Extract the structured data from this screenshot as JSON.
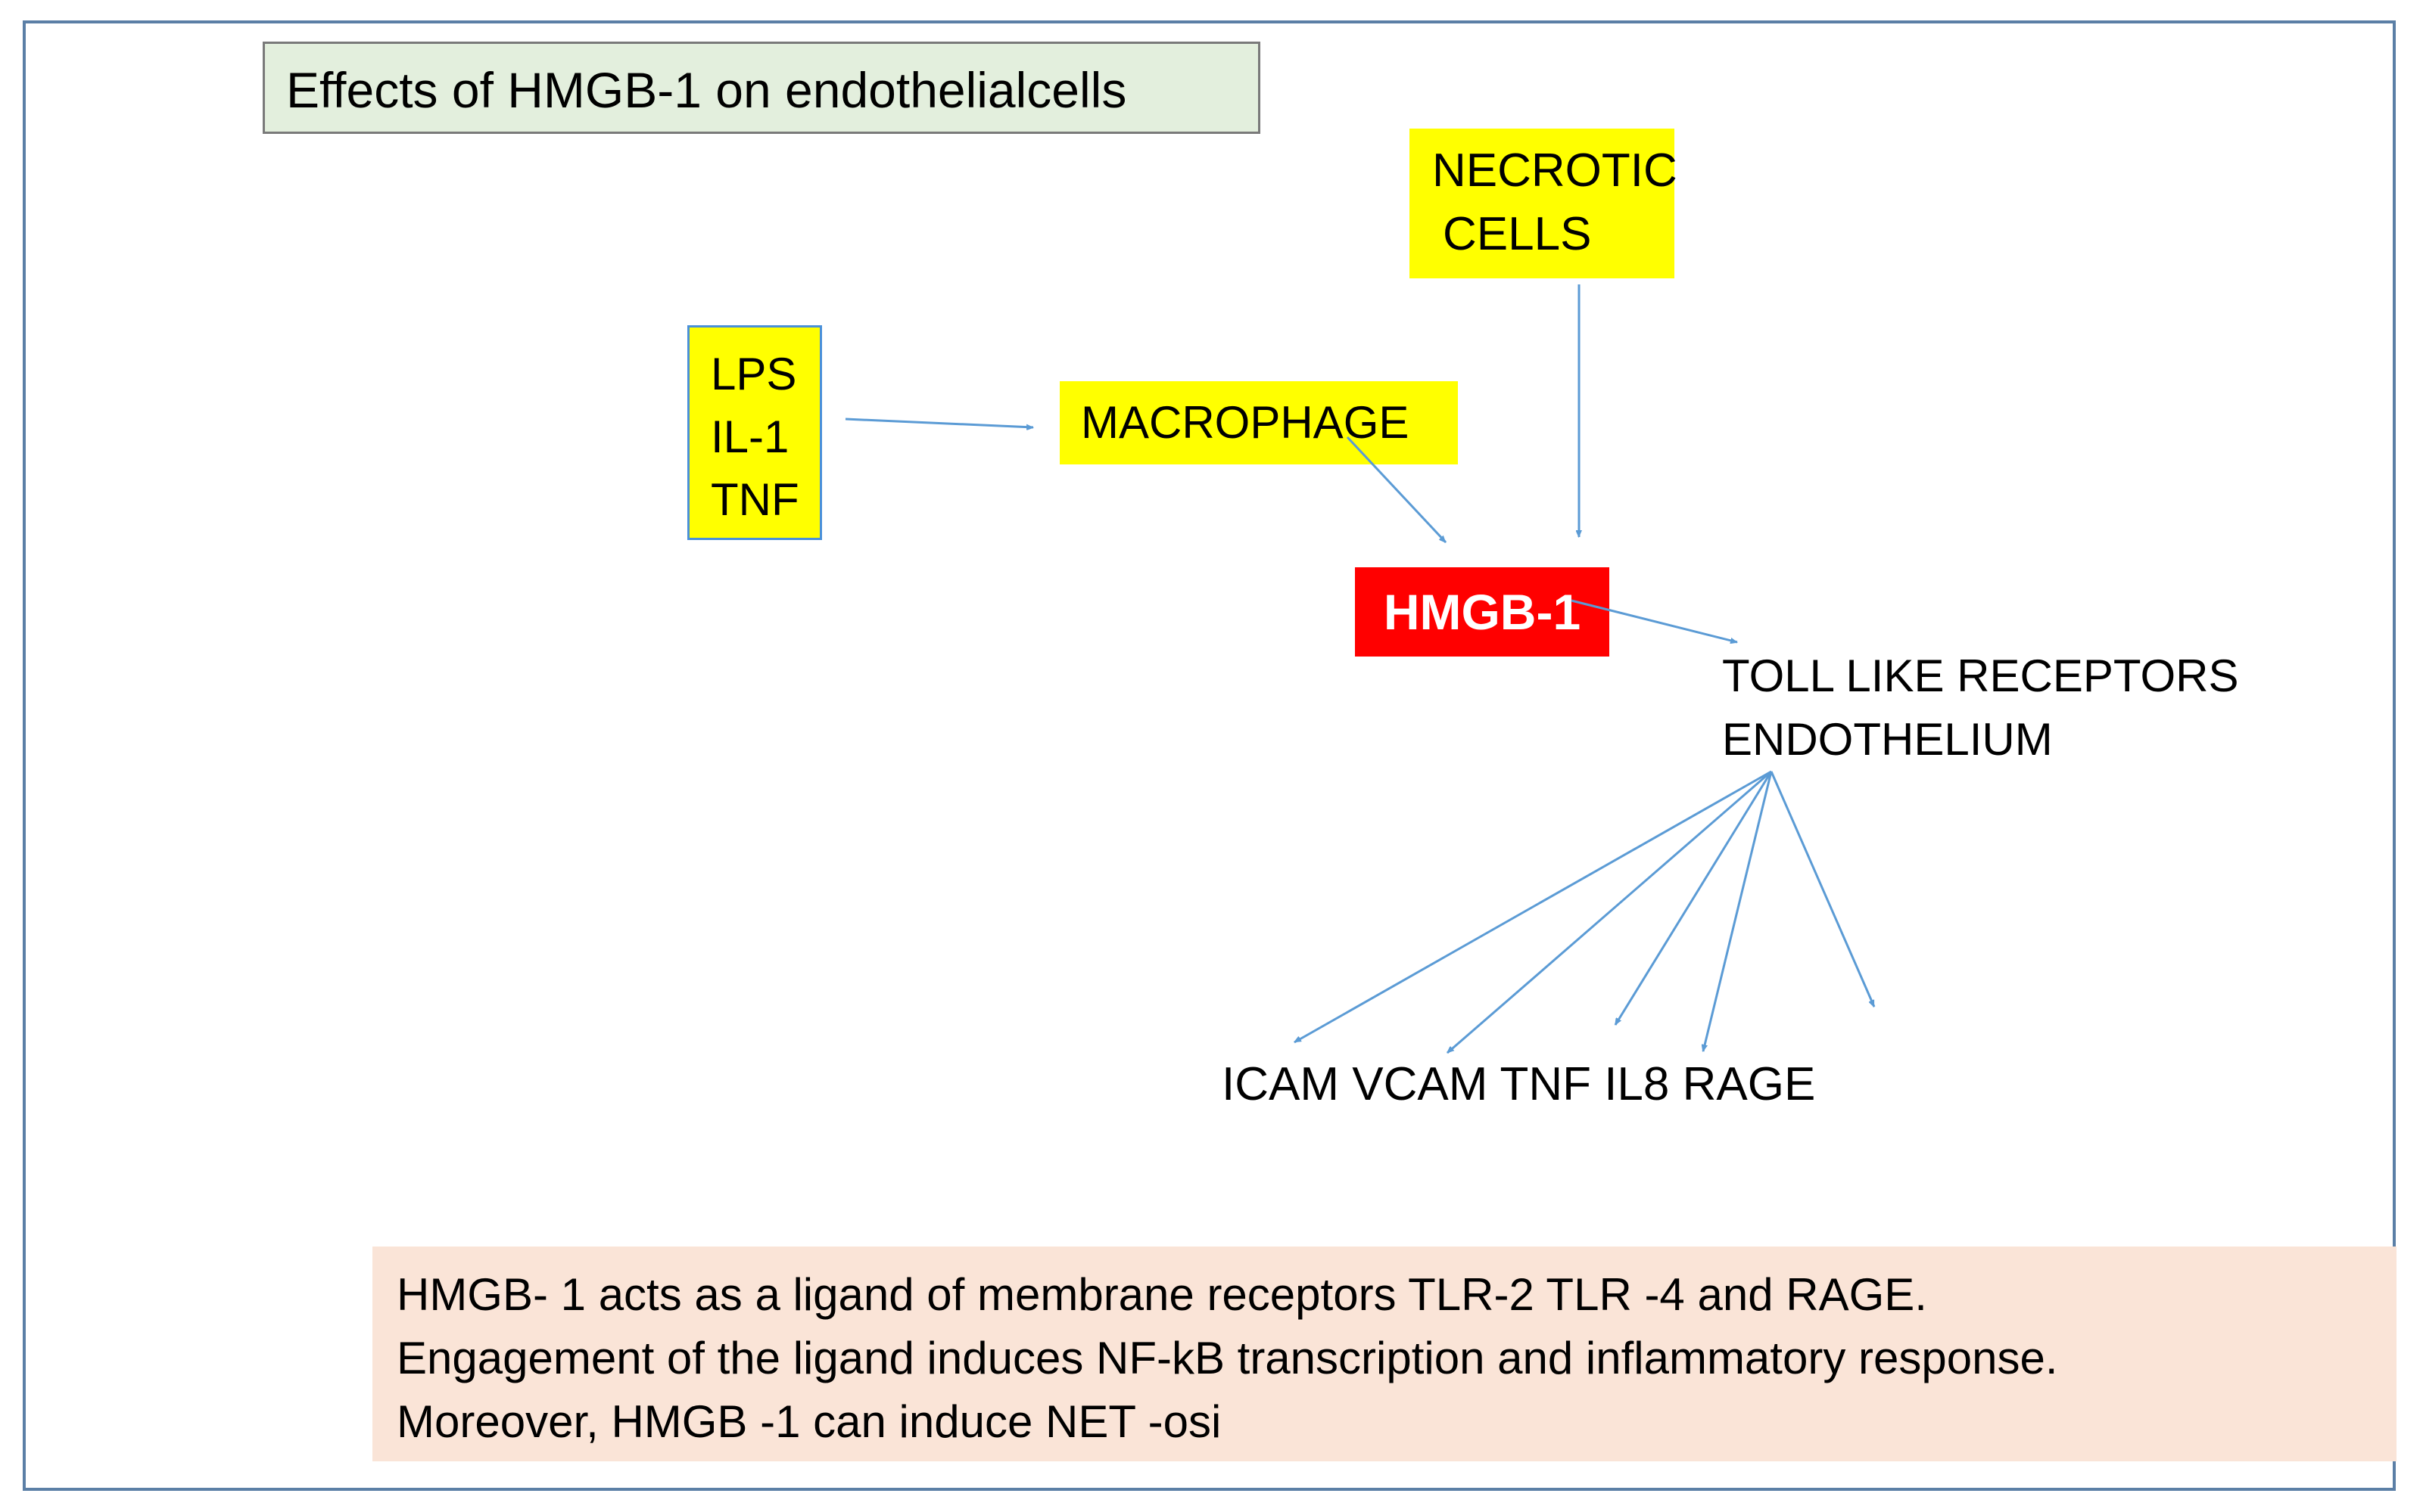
{
  "title": "Effects of HMGB-1 on endothelialcells",
  "nodes": {
    "necrotic": [
      "NECROTIC",
      "CELLS"
    ],
    "stimuli": [
      "LPS",
      "IL-1",
      "TNF"
    ],
    "macrophage": "MACROPHAGE",
    "hmgb1": "HMGB-1",
    "receptors": [
      "TOLL LIKE RECEPTORS",
      "ENDOTHELIUM"
    ],
    "markers": "ICAM VCAM TNF IL8 RAGE"
  },
  "note": [
    "HMGB- 1 acts  as a ligand of membrane receptors TLR-2 TLR -4 and RAGE.",
    "Engagement of the ligand induces NF-kB transcription and inflammatory response.",
    "Moreover, HMGB -1 can induce NET -osi"
  ],
  "colors": {
    "title_fill": "#e3efdd",
    "highlight_fill": "#ffff00",
    "hmgb1_fill": "#ff0000",
    "note_fill": "#fae4d7",
    "arrow": "#5b9bd5",
    "frame": "#5b7fa6"
  }
}
